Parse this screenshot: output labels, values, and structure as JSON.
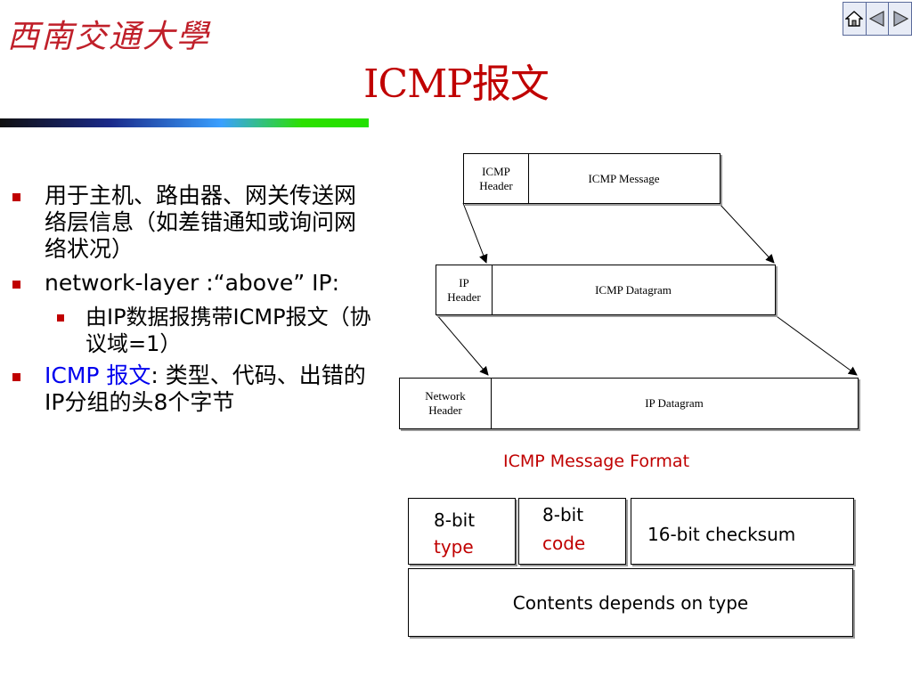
{
  "logo": {
    "text": "西南交通大學"
  },
  "nav": {
    "home_icon": "home-icon",
    "back_icon": "triangle-left-icon",
    "forward_icon": "triangle-right-icon"
  },
  "slide": {
    "title": "ICMP报文"
  },
  "bullets": {
    "b1": {
      "text": "用于主机、路由器、网关传送网络层信息（如差错通知或询问网络状况）"
    },
    "b2": {
      "text": "network-layer :“above” IP:"
    },
    "b2_sub": {
      "text": "由IP数据报携带ICMP报文（协议域=1）"
    },
    "b3": {
      "blue_part": "ICMP 报文",
      "rest_part": ": 类型、代码、出错的 IP分组的头8个字节"
    }
  },
  "diagram": {
    "icmp_header": "ICMP Header",
    "icmp_message": "ICMP Message",
    "ip_header": "IP Header",
    "icmp_datagram": "ICMP Datagram",
    "network_header": "Network Header",
    "ip_datagram": "IP Datagram"
  },
  "caption": "ICMP Message Format",
  "format": {
    "type_bits": "8-bit",
    "type_label": "type",
    "code_bits": "8-bit",
    "code_label": "code",
    "checksum": "16-bit checksum",
    "contents": "Contents depends on type"
  },
  "colors": {
    "accent": "#c00000",
    "link": "#0000ee",
    "logo": "#c0202a"
  }
}
